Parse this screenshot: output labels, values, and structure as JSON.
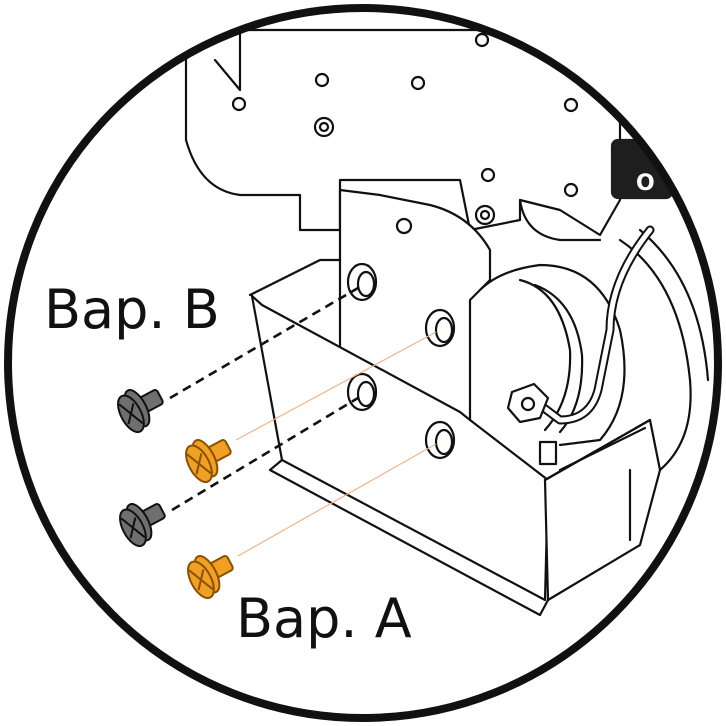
{
  "labels": {
    "variant_b": "Bap. B",
    "variant_a": "Bap. A"
  },
  "badge_text": "O",
  "colors": {
    "outline": "#111111",
    "screw_b_fill": "#6f6f6f",
    "screw_a_fill": "#f0a023",
    "screw_a_stroke": "#8a4f00",
    "guide_a": "#f3b489",
    "badge_fill": "#1e1e1e",
    "background": "#ffffff"
  },
  "icons": {
    "screw_b": "gray-countersunk-screw-icon",
    "screw_a": "orange-countersunk-screw-icon"
  }
}
